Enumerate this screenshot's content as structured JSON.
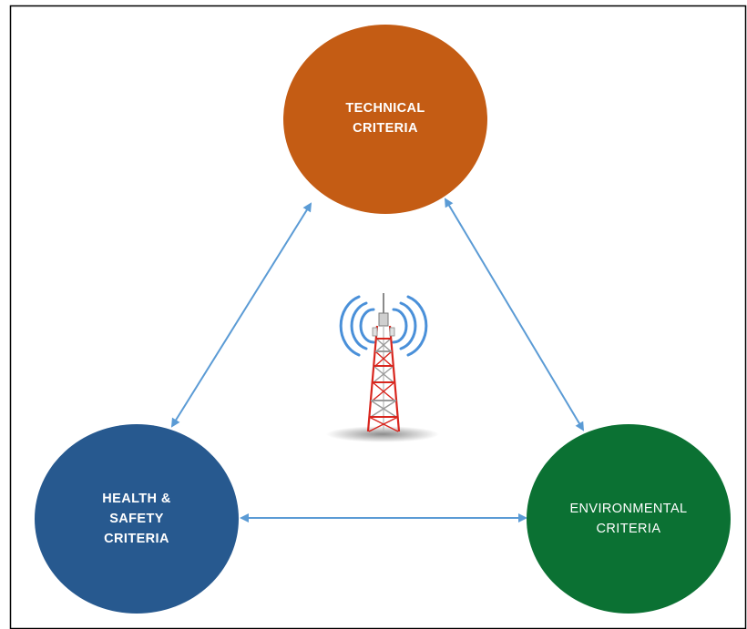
{
  "nodes": {
    "technical": {
      "label": "TECHNICAL\nCRITERIA",
      "color": "#C45C14"
    },
    "health_safety": {
      "label": "HEALTH &\nSAFETY\nCRITERIA",
      "color": "#27598F"
    },
    "environmental": {
      "label": "ENVIRONMENTAL\nCRITERIA",
      "color": "#0B7133"
    }
  },
  "connectors": [
    {
      "from": "technical",
      "to": "health_safety",
      "type": "bidirectional-arrow"
    },
    {
      "from": "technical",
      "to": "environmental",
      "type": "bidirectional-arrow"
    },
    {
      "from": "health_safety",
      "to": "environmental",
      "type": "bidirectional-arrow"
    }
  ],
  "center_icon": "telecom-tower-icon",
  "colors": {
    "arrow": "#5B9BD5",
    "border": "#000000",
    "tower_red": "#D8261E"
  }
}
